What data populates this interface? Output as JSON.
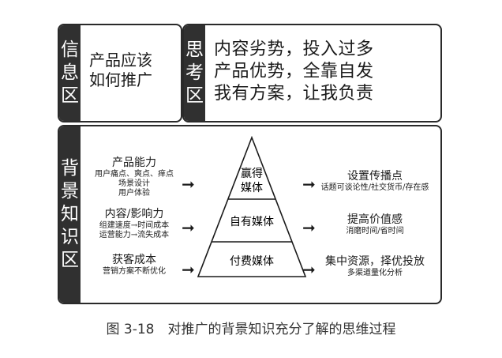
{
  "info_panel": {
    "label": [
      "信",
      "息",
      "区"
    ],
    "lines": [
      "产品应该",
      "如何推广"
    ]
  },
  "think_panel": {
    "label": [
      "思",
      "考",
      "区"
    ],
    "lines": [
      "内容劣势，投入过多",
      "产品优势，全靠自发",
      "我有方案，让我负责"
    ]
  },
  "background_panel": {
    "label": [
      "背",
      "景",
      "知",
      "识",
      "区"
    ],
    "left_blocks": [
      {
        "title": "产品能力",
        "subs": [
          "用户痛点、爽点、痒点",
          "场景设计",
          "用户体验"
        ]
      },
      {
        "title": "内容/影响力",
        "subs": [
          "组建速度→时间成本",
          "运营能力→流失成本"
        ]
      },
      {
        "title": "获客成本",
        "subs": [
          "营销方案不断优化"
        ]
      }
    ],
    "pyramid_layers": [
      [
        "赢得",
        "媒体"
      ],
      [
        "自有媒体"
      ],
      [
        "付费媒体"
      ]
    ],
    "right_blocks": [
      {
        "title": "设置传播点",
        "subs": [
          "话题可谈论性/社交货币/存在感"
        ]
      },
      {
        "title": "提高价值感",
        "subs": [
          "消磨时间/省时间"
        ]
      },
      {
        "title": "集中资源，择优投放",
        "subs": [
          "多渠道量化分析"
        ]
      }
    ],
    "arrow_glyph": "➞"
  },
  "caption": "图 3-18　对推广的背景知识充分了解的思维过程"
}
